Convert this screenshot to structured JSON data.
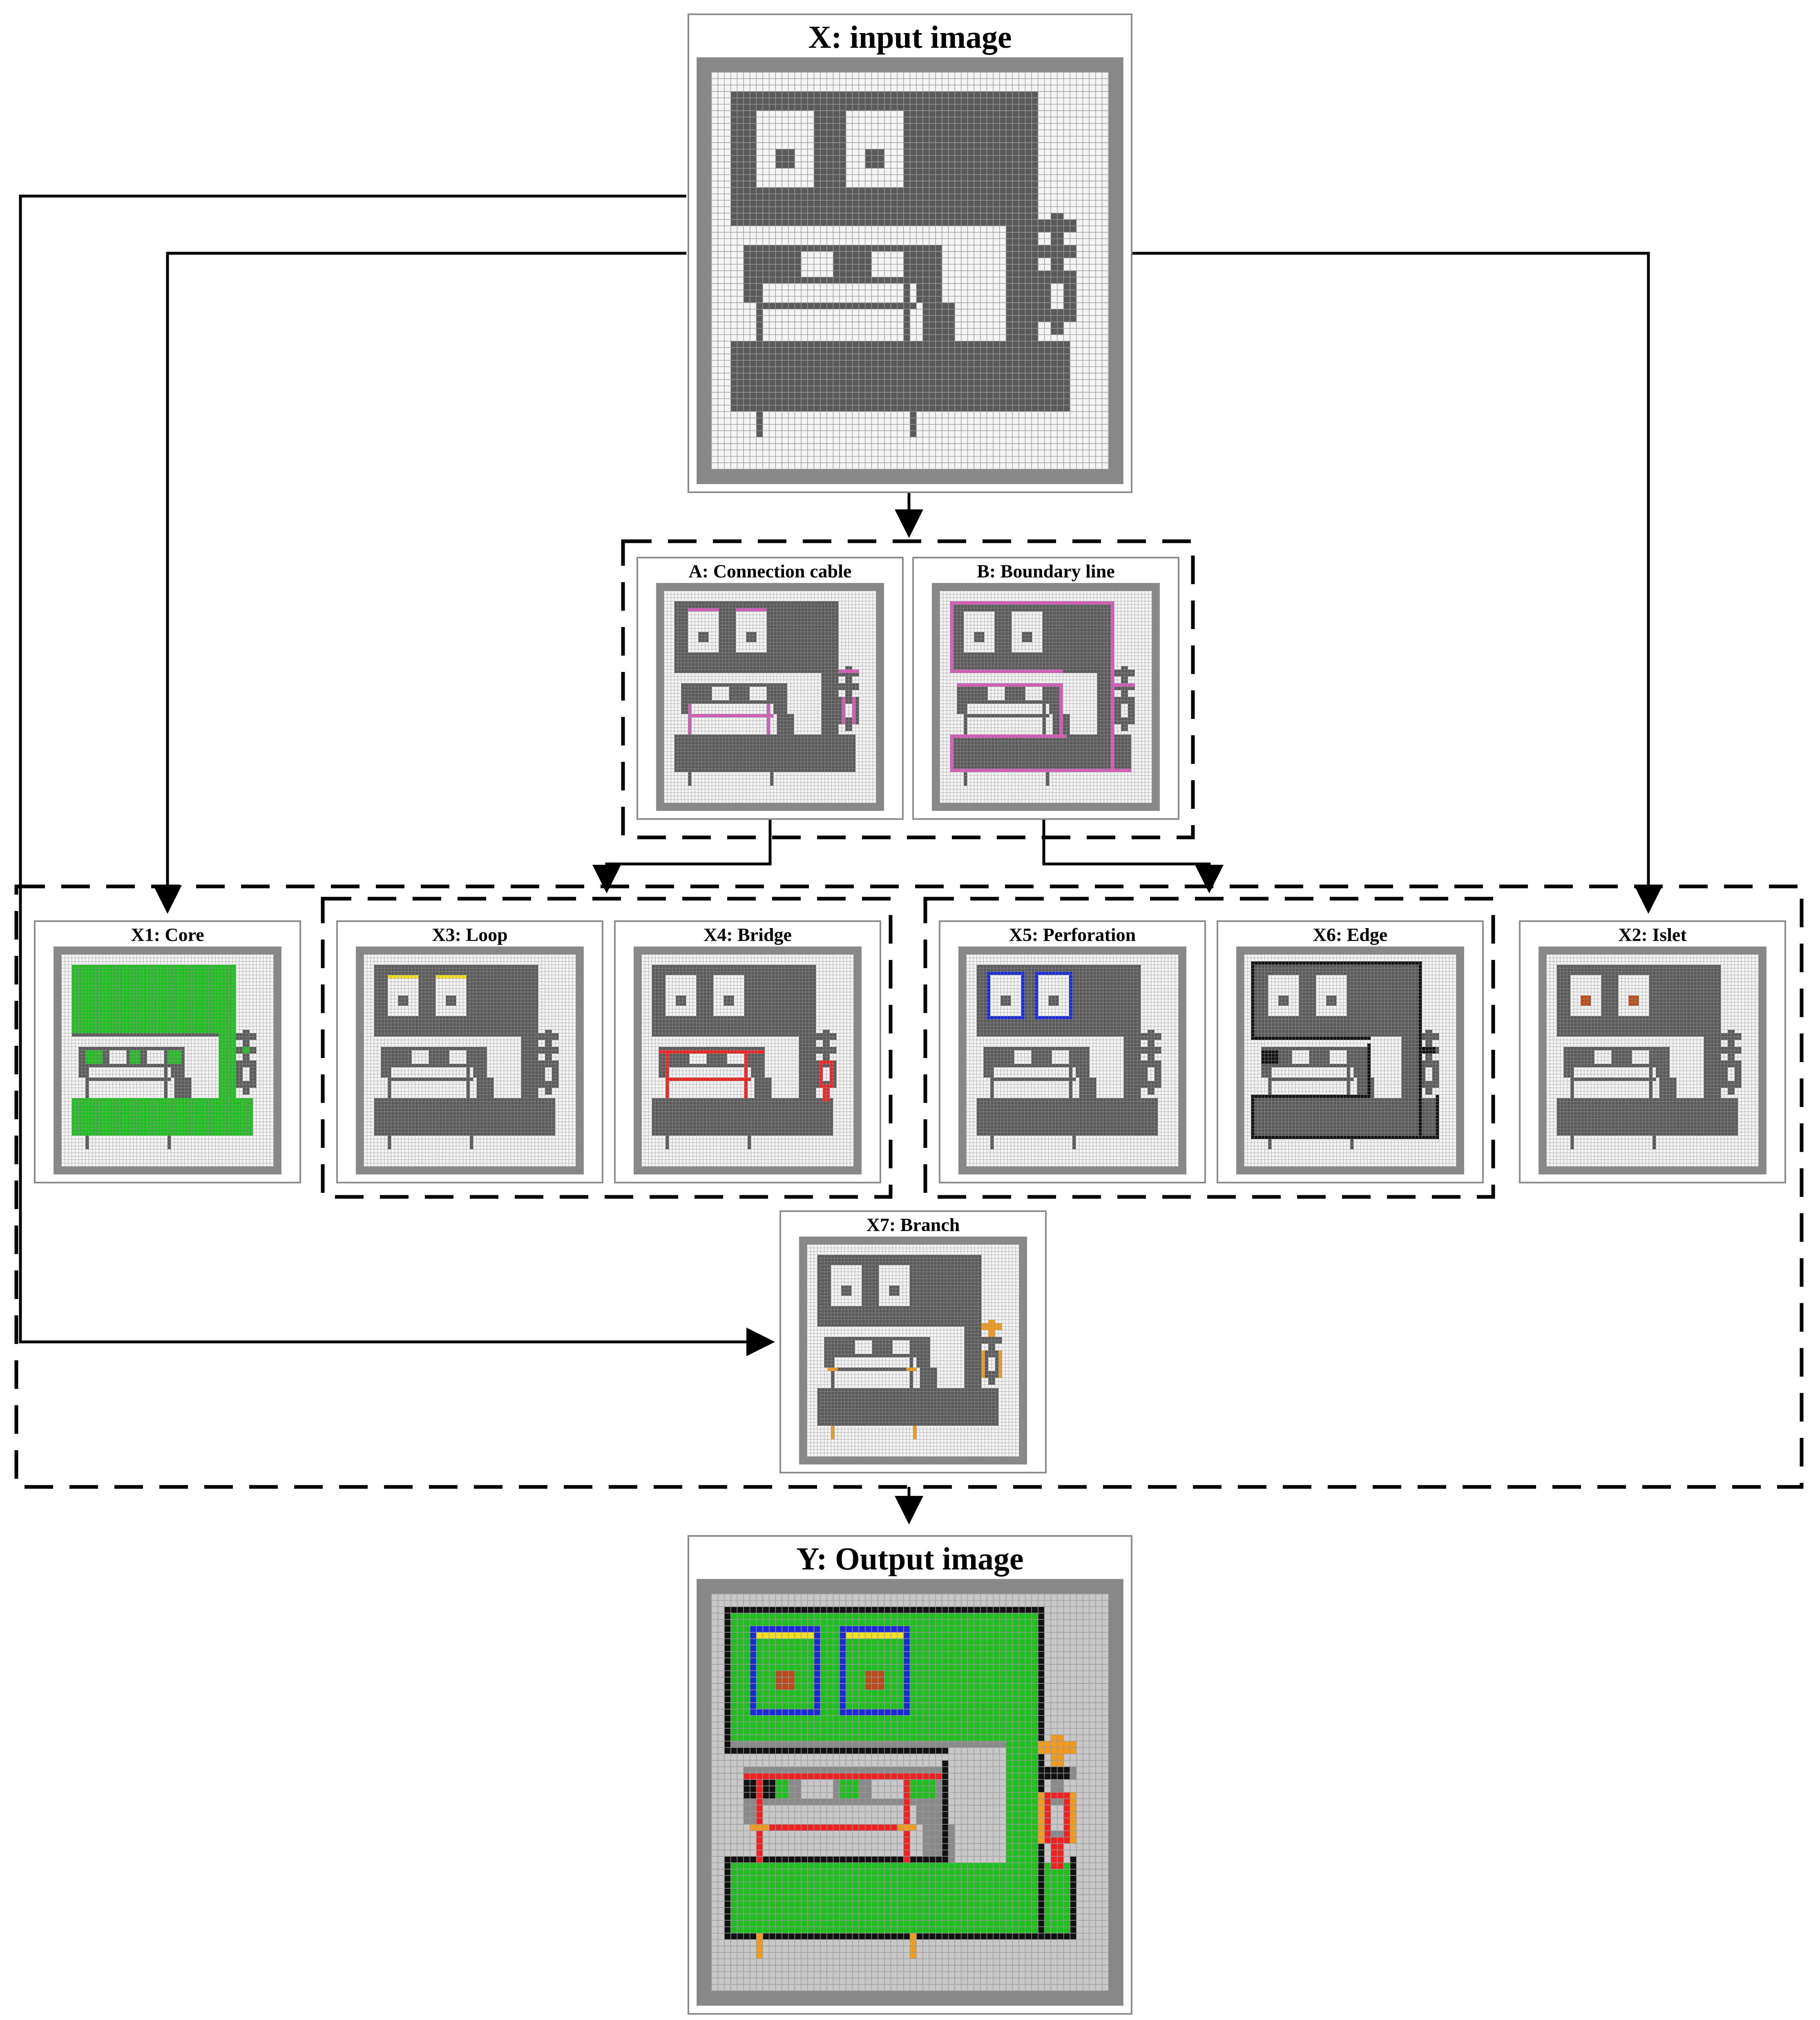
{
  "colors": {
    "background": "#ffffff",
    "grid_line": "#9a9a9a",
    "empty_cell": "#f4f4f4",
    "filled_cell": "#5a5a5a",
    "frame": "#888888",
    "connection": "#d45bb5",
    "boundary": "#d45bb5",
    "core": "#1fbf1f",
    "islet": "#b84a1c",
    "loop": "#f0e020",
    "bridge": "#ee2222",
    "perforation": "#1a2bd6",
    "edge": "#111111",
    "branch": "#f09a20",
    "output_empty": "#c8c8c8",
    "output_hole": "#8a8a8a"
  },
  "panels": {
    "input": {
      "title": "X: input image",
      "icon": "input-grid-image"
    },
    "connection_cable": {
      "title": "A: Connection cable",
      "icon": "connection-cable-image"
    },
    "boundary_line": {
      "title": "B: Boundary line",
      "icon": "boundary-line-image"
    },
    "core": {
      "title": "X1: Core",
      "icon": "core-image"
    },
    "loop": {
      "title": "X3: Loop",
      "icon": "loop-image"
    },
    "bridge": {
      "title": "X4: Bridge",
      "icon": "bridge-image"
    },
    "perforation": {
      "title": "X5: Perforation",
      "icon": "perforation-image"
    },
    "edge": {
      "title": "X6: Edge",
      "icon": "edge-image"
    },
    "islet": {
      "title": "X2:  Islet",
      "icon": "islet-image"
    },
    "branch": {
      "title": "X7:  Branch",
      "icon": "branch-image"
    },
    "output": {
      "title": "Y: Output image",
      "icon": "output-grid-image"
    }
  }
}
